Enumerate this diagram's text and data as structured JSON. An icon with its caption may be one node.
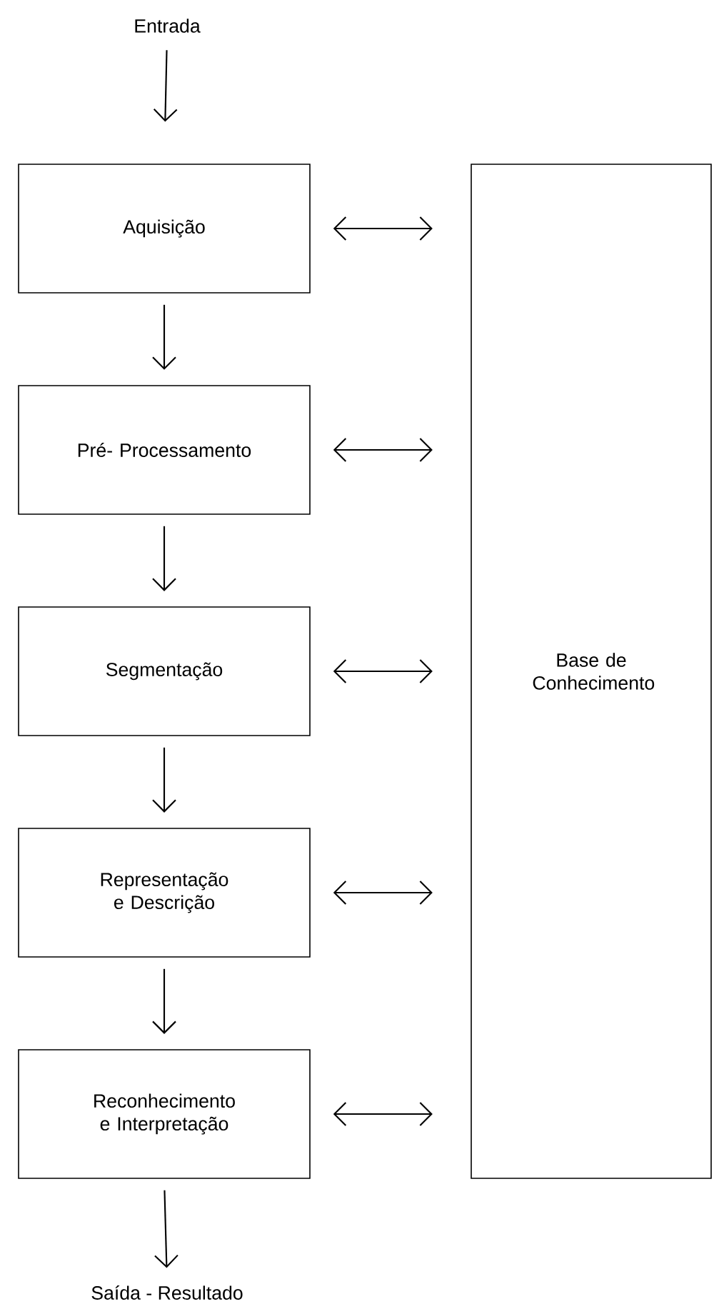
{
  "diagram": {
    "nodes": [
      {
        "text": [
          "Entrada"
        ]
      },
      {
        "text": [
          "Aquisição"
        ]
      },
      {
        "text": [
          "Pré- Processamento"
        ]
      },
      {
        "text": [
          "Segmentação"
        ]
      },
      {
        "text": [
          "Representação e Descrição"
        ]
      },
      {
        "text": [
          "Reconhecimento e Interpretação"
        ]
      },
      {
        "text": [
          "Base de Conhecimento"
        ]
      },
      {
        "text": [
          "Saída - Resultado"
        ]
      }
    ],
    "edges": [
      {
        "from": 0,
        "to": 1,
        "arrow": "to"
      },
      {
        "from": 1,
        "to": 2,
        "arrow": "to"
      },
      {
        "from": 2,
        "to": 3,
        "arrow": "to"
      },
      {
        "from": 3,
        "to": 4,
        "arrow": "to"
      },
      {
        "from": 4,
        "to": 5,
        "arrow": "to"
      },
      {
        "from": 5,
        "to": 7,
        "arrow": "to"
      },
      {
        "from": 1,
        "to": 6,
        "arrow": "both"
      },
      {
        "from": 2,
        "to": 6,
        "arrow": "both"
      },
      {
        "from": 3,
        "to": 6,
        "arrow": "both"
      },
      {
        "from": 4,
        "to": 6,
        "arrow": "both"
      },
      {
        "from": 5,
        "to": 6,
        "arrow": "both"
      }
    ]
  }
}
